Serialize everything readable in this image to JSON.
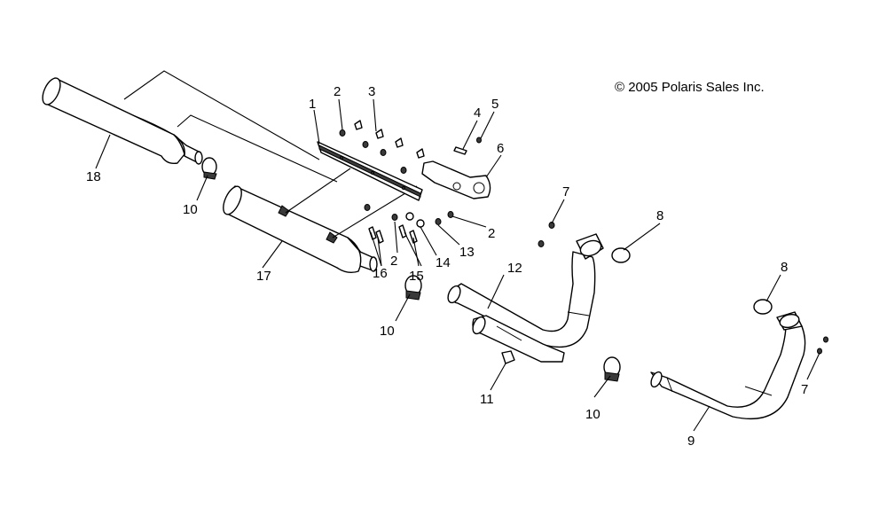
{
  "copyright": "© 2005 Polaris Sales Inc.",
  "callouts": {
    "c1": "1",
    "c2a": "2",
    "c2b": "2",
    "c2c": "2",
    "c3": "3",
    "c4": "4",
    "c5": "5",
    "c6": "6",
    "c7a": "7",
    "c7b": "7",
    "c8a": "8",
    "c8b": "8",
    "c9": "9",
    "c10a": "10",
    "c10b": "10",
    "c10c": "10",
    "c11": "11",
    "c12": "12",
    "c13": "13",
    "c14": "14",
    "c15": "15",
    "c16": "16",
    "c17": "17",
    "c18": "18"
  }
}
